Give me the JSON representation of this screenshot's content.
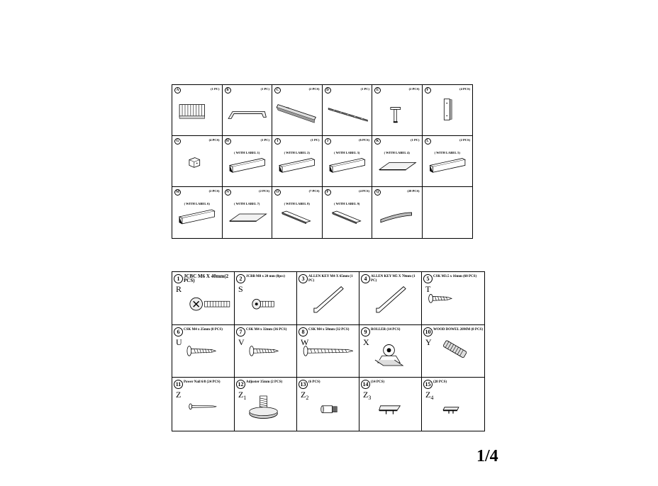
{
  "parts": [
    {
      "letter": "A",
      "qty": "(1 PC)",
      "label": "",
      "icon": "headboard-icon"
    },
    {
      "letter": "B",
      "qty": "(1 PC)",
      "label": "",
      "icon": "footboard-icon"
    },
    {
      "letter": "C",
      "qty": "(2 PCS)",
      "label": "",
      "icon": "side-rail-icon"
    },
    {
      "letter": "D",
      "qty": "(1 PC)",
      "label": "",
      "icon": "center-rail-icon"
    },
    {
      "letter": "E",
      "qty": "(2 PCS)",
      "label": "",
      "icon": "support-leg-icon"
    },
    {
      "letter": "F",
      "qty": "(4 PCS)",
      "label": "",
      "icon": "bracket-plate-icon"
    },
    {
      "letter": "G",
      "qty": "(4 PCS)",
      "label": "",
      "icon": "corner-block-icon"
    },
    {
      "letter": "H",
      "qty": "(1 PC)",
      "label": "( WITH LABEL 1)",
      "icon": "drawer-panel-icon"
    },
    {
      "letter": "I",
      "qty": "(1 PC)",
      "label": "( WITH LABEL 2)",
      "icon": "drawer-panel-icon"
    },
    {
      "letter": "J",
      "qty": "(6 PCS)",
      "label": "( WITH LABEL 3)",
      "icon": "drawer-panel-icon"
    },
    {
      "letter": "K",
      "qty": "(1 PC)",
      "label": "( WITH LABEL 4)",
      "icon": "bottom-board-icon"
    },
    {
      "letter": "L",
      "qty": "(2 PCS)",
      "label": "( WITH LABEL 5)",
      "icon": "drawer-panel-icon"
    },
    {
      "letter": "M",
      "qty": "(2 PCS)",
      "label": "( WITH LABEL 6)",
      "icon": "drawer-panel-icon"
    },
    {
      "letter": "N",
      "qty": "(2 PCS)",
      "label": "( WITH LABEL 7)",
      "icon": "bottom-board-icon"
    },
    {
      "letter": "O",
      "qty": "(7 PCS)",
      "label": "( WITH LABEL 8)",
      "icon": "slat-icon"
    },
    {
      "letter": "P",
      "qty": "(4 PCS)",
      "label": "( WITH LABEL 9)",
      "icon": "slat-icon"
    },
    {
      "letter": "Q",
      "qty": "(28 PCS)",
      "label": "",
      "icon": "curved-slat-icon"
    },
    {
      "letter": "",
      "qty": "",
      "label": "",
      "icon": ""
    }
  ],
  "hardware": [
    {
      "num": "1",
      "desc": "JCBC M6 X 40mm(2 PCS)",
      "code": "R",
      "sub": "",
      "icon": "bolt-long-icon"
    },
    {
      "num": "2",
      "desc": "JCBB M8 x 20 mm (8pcs)",
      "code": "S",
      "sub": "",
      "icon": "bolt-short-icon"
    },
    {
      "num": "3",
      "desc": "ALLEN KEY M4 X 65mm (1 PC)",
      "code": "",
      "sub": "",
      "icon": "allen-key-icon"
    },
    {
      "num": "4",
      "desc": "ALLEN KEY M5 X 70mm (1 PC)",
      "code": "",
      "sub": "",
      "icon": "allen-key-icon"
    },
    {
      "num": "5",
      "desc": "CSK M3.5 x 16mm (60 PCS)",
      "code": "T",
      "sub": "",
      "icon": "screw-short-icon"
    },
    {
      "num": "6",
      "desc": "CSK M4 x 25mm (8 PCS)",
      "code": "U",
      "sub": "",
      "icon": "screw-icon"
    },
    {
      "num": "7",
      "desc": "CSK M4 x 32mm (36 PCS)",
      "code": "V",
      "sub": "",
      "icon": "screw-icon"
    },
    {
      "num": "8",
      "desc": "CSK M4 x 50mm (32 PCS)",
      "code": "W",
      "sub": "",
      "icon": "screw-long-icon"
    },
    {
      "num": "9",
      "desc": "ROLLER (14 PCS)",
      "code": "X",
      "sub": "",
      "icon": "roller-icon"
    },
    {
      "num": "10",
      "desc": "WOOD DOWEL 20MM (8 PCS)",
      "code": "Y",
      "sub": "",
      "icon": "wood-dowel-icon"
    },
    {
      "num": "11",
      "desc": "Power Nail 6/8  (24 PCS)",
      "code": "Z",
      "sub": "",
      "icon": "nail-icon"
    },
    {
      "num": "12",
      "desc": "Adjuster 35mm (2 PCS)",
      "code": "Z",
      "sub": "1",
      "icon": "adjuster-foot-icon"
    },
    {
      "num": "13",
      "desc": "(6 PCS)",
      "code": "Z",
      "sub": "2",
      "icon": "cam-bolt-icon"
    },
    {
      "num": "14",
      "desc": "(14 PCS)",
      "code": "Z",
      "sub": "3",
      "icon": "slat-holder-icon"
    },
    {
      "num": "15",
      "desc": "(28 PCS)",
      "code": "Z",
      "sub": "4",
      "icon": "slat-clip-icon"
    }
  ],
  "page_number": "1/4"
}
